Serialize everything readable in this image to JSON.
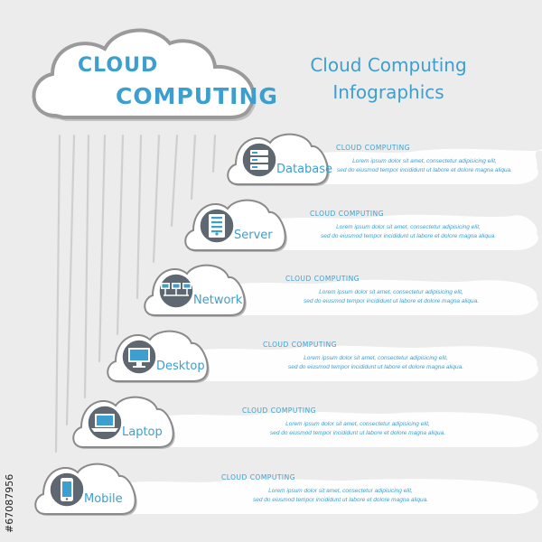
{
  "hero": {
    "line1": "CLOUD",
    "line2": "COMPUTING"
  },
  "title": {
    "line1": "Cloud Computing",
    "line2": "Infographics"
  },
  "colors": {
    "accent": "#3d9fcf",
    "cloud_outline": "#8a8a8a",
    "icon_circle": "#5f6770",
    "background": "#ececec"
  },
  "tiers": [
    {
      "label": "Database",
      "icon": "database-icon",
      "heading": "CLOUD COMPUTING",
      "body_line1": "Lorem ipsum dolor sit amet, consectetur adipisicing elit,",
      "body_line2": "sed do eiusmod tempor incididunt ut labore et dolore magna aliqua."
    },
    {
      "label": "Server",
      "icon": "server-icon",
      "heading": "CLOUD COMPUTING",
      "body_line1": "Lorem ipsum dolor sit amet, consectetur adipisicing elit,",
      "body_line2": "sed do eiusmod tempor incididunt ut labore et dolore magna aliqua."
    },
    {
      "label": "Network",
      "icon": "network-icon",
      "heading": "CLOUD COMPUTING",
      "body_line1": "Lorem ipsum dolor sit amet, consectetur adipisicing elit,",
      "body_line2": "sed do eiusmod tempor incididunt ut labore et dolore magna aliqua."
    },
    {
      "label": "Desktop",
      "icon": "desktop-icon",
      "heading": "CLOUD COMPUTING",
      "body_line1": "Lorem ipsum dolor sit amet, consectetur adipisicing elit,",
      "body_line2": "sed do eiusmod tempor incididunt ut labore et dolore magna aliqua."
    },
    {
      "label": "Laptop",
      "icon": "laptop-icon",
      "heading": "CLOUD COMPUTING",
      "body_line1": "Lorem ipsum dolor sit amet, consectetur adipisicing elit,",
      "body_line2": "sed do eiusmod tempor incididunt ut labore et dolore magna aliqua."
    },
    {
      "label": "Mobile",
      "icon": "mobile-icon",
      "heading": "CLOUD COMPUTING",
      "body_line1": "Lorem ipsum dolor sit amet, consectetur adipisicing elit,",
      "body_line2": "sed do eiusmod tempor incididunt ut labore et dolore magna aliqua."
    }
  ],
  "watermark": "#67087956"
}
